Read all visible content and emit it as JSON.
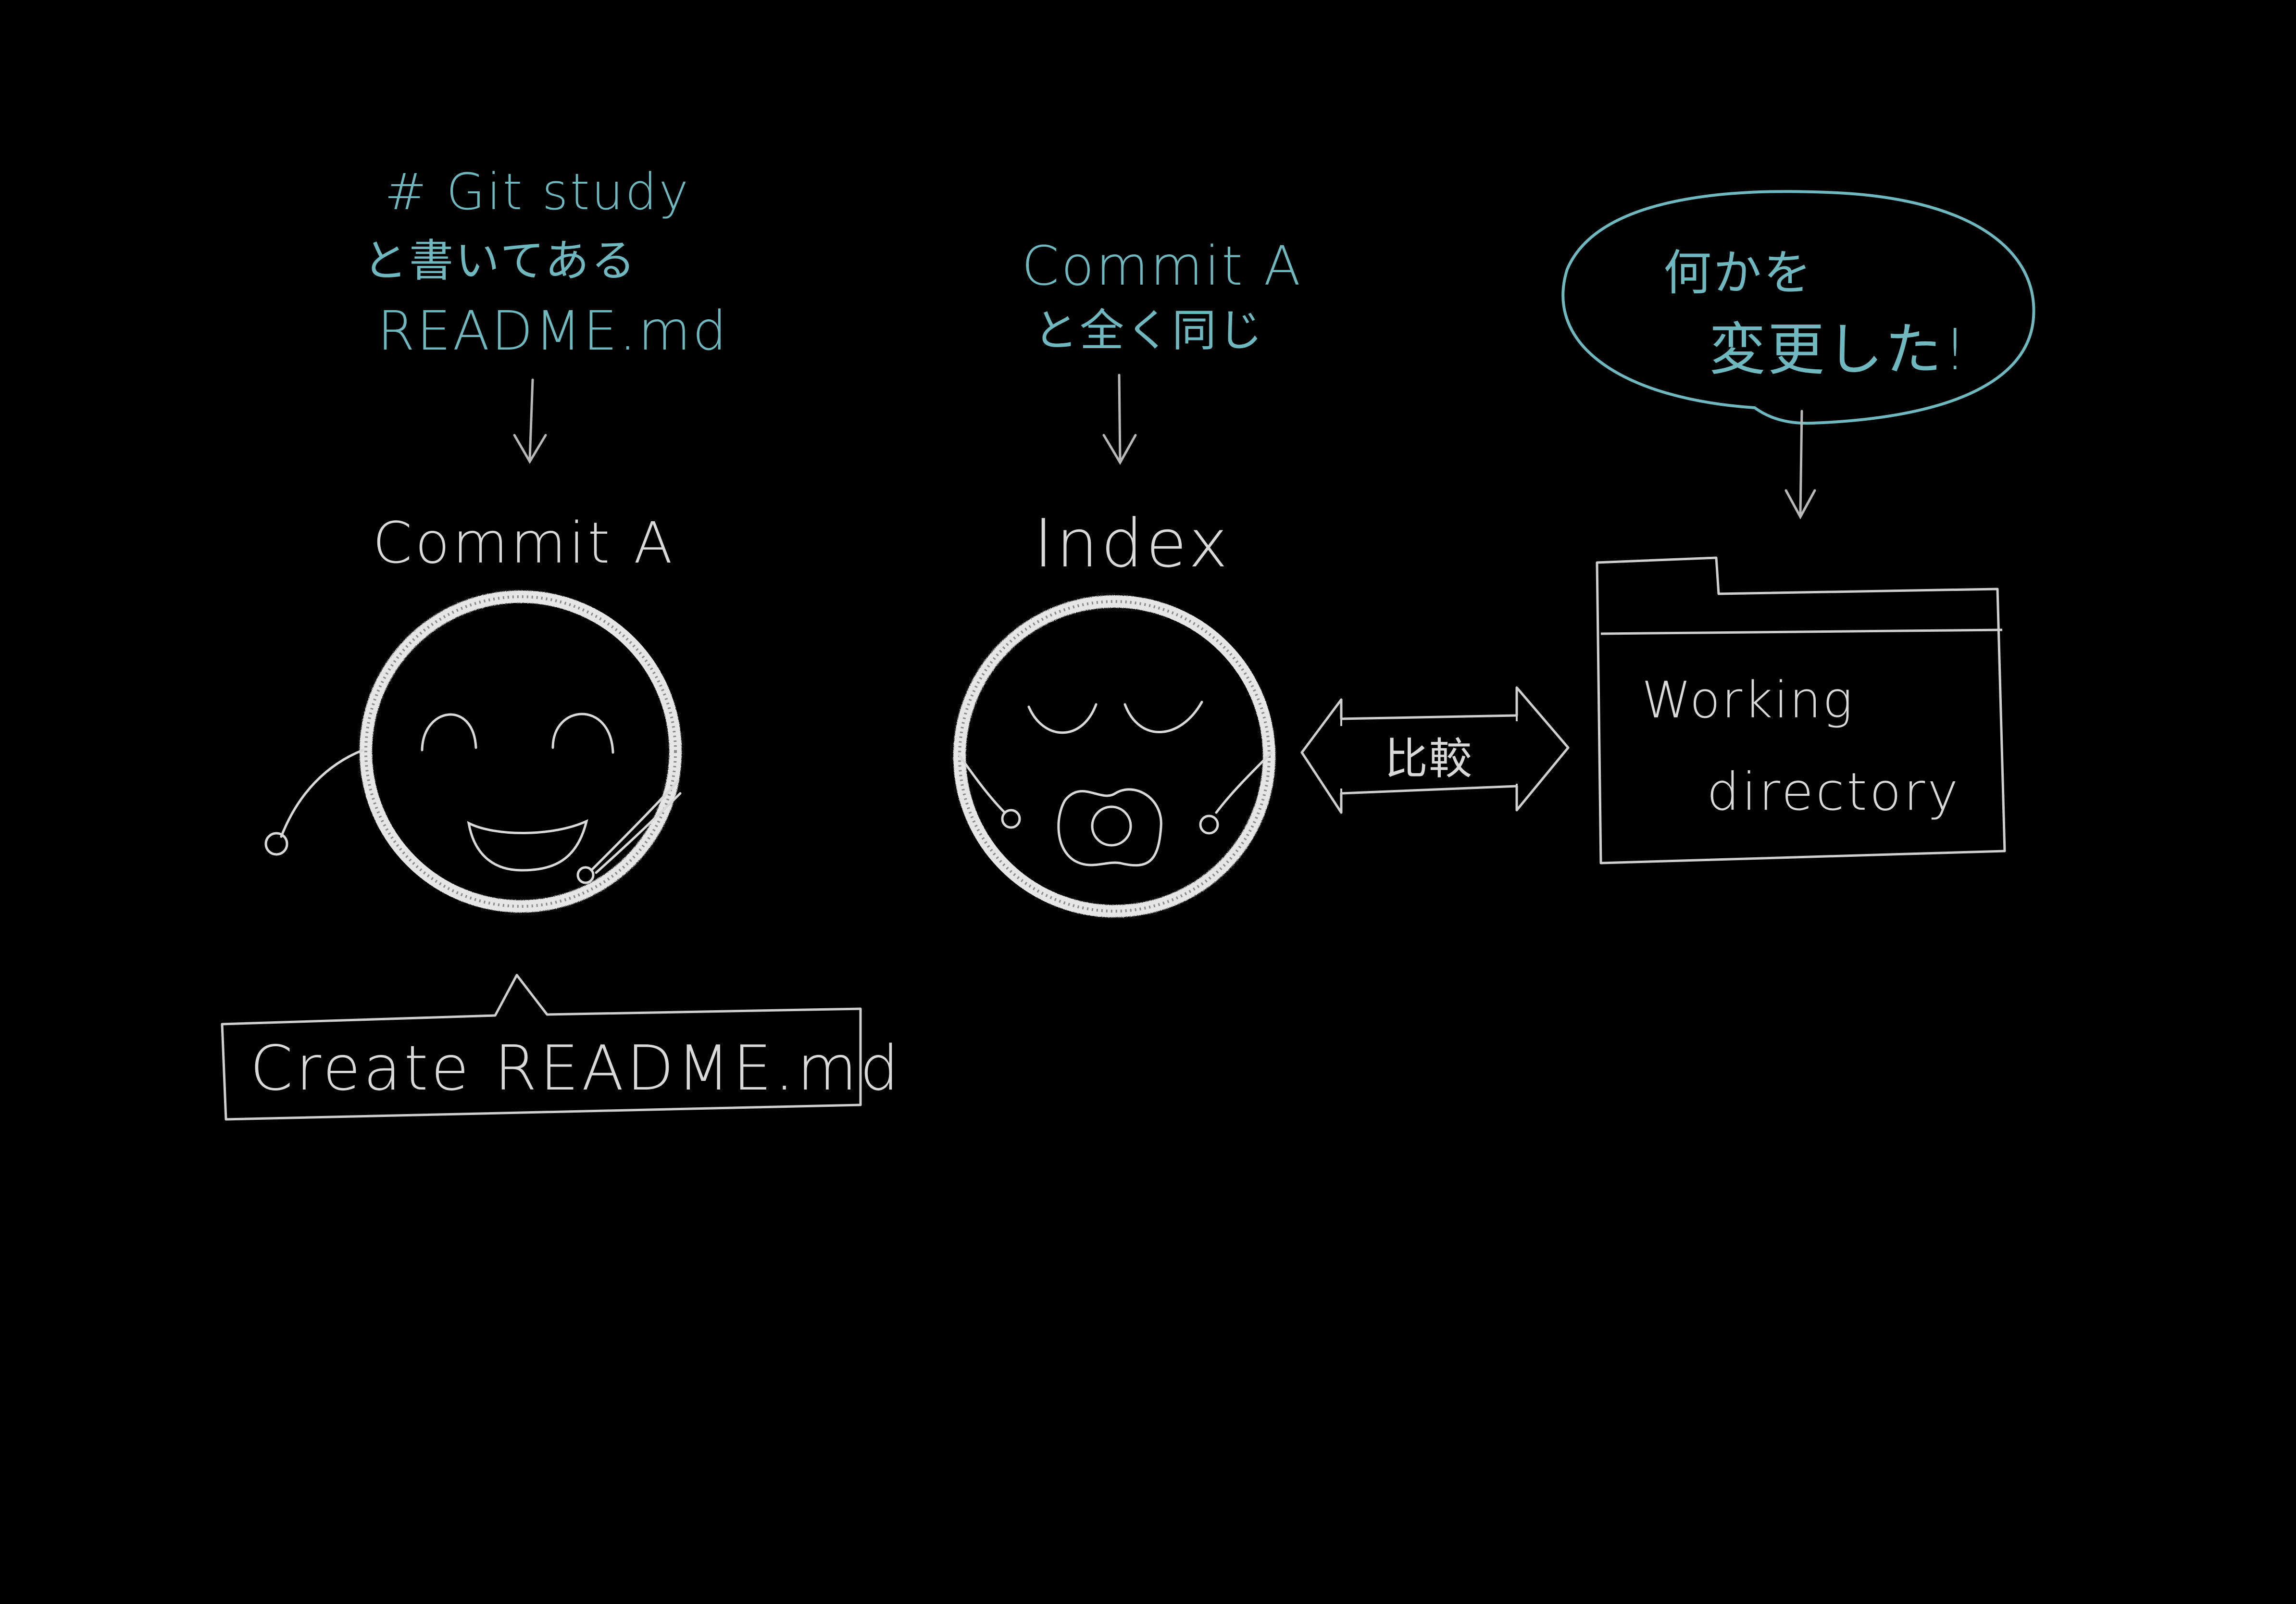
{
  "colors": {
    "background": "#000000",
    "chalk": "#d9d9d9",
    "note": "#6fb8bf"
  },
  "commit_a": {
    "note_line1": "# Git study",
    "note_line2": "と書いてある",
    "note_line3": "README.md",
    "title": "Commit A",
    "message": "Create README.md",
    "face": "smiling-face"
  },
  "index": {
    "note_line1": "Commit A",
    "note_line2": "と全く同じ",
    "title": "Index",
    "face": "sleeping-face-with-pacifier"
  },
  "compare": {
    "label": "比較"
  },
  "working_directory": {
    "bubble_line1": "何かを",
    "bubble_line2": "変更した!",
    "label_line1": "Working",
    "label_line2": "directory",
    "icon": "folder-icon"
  }
}
